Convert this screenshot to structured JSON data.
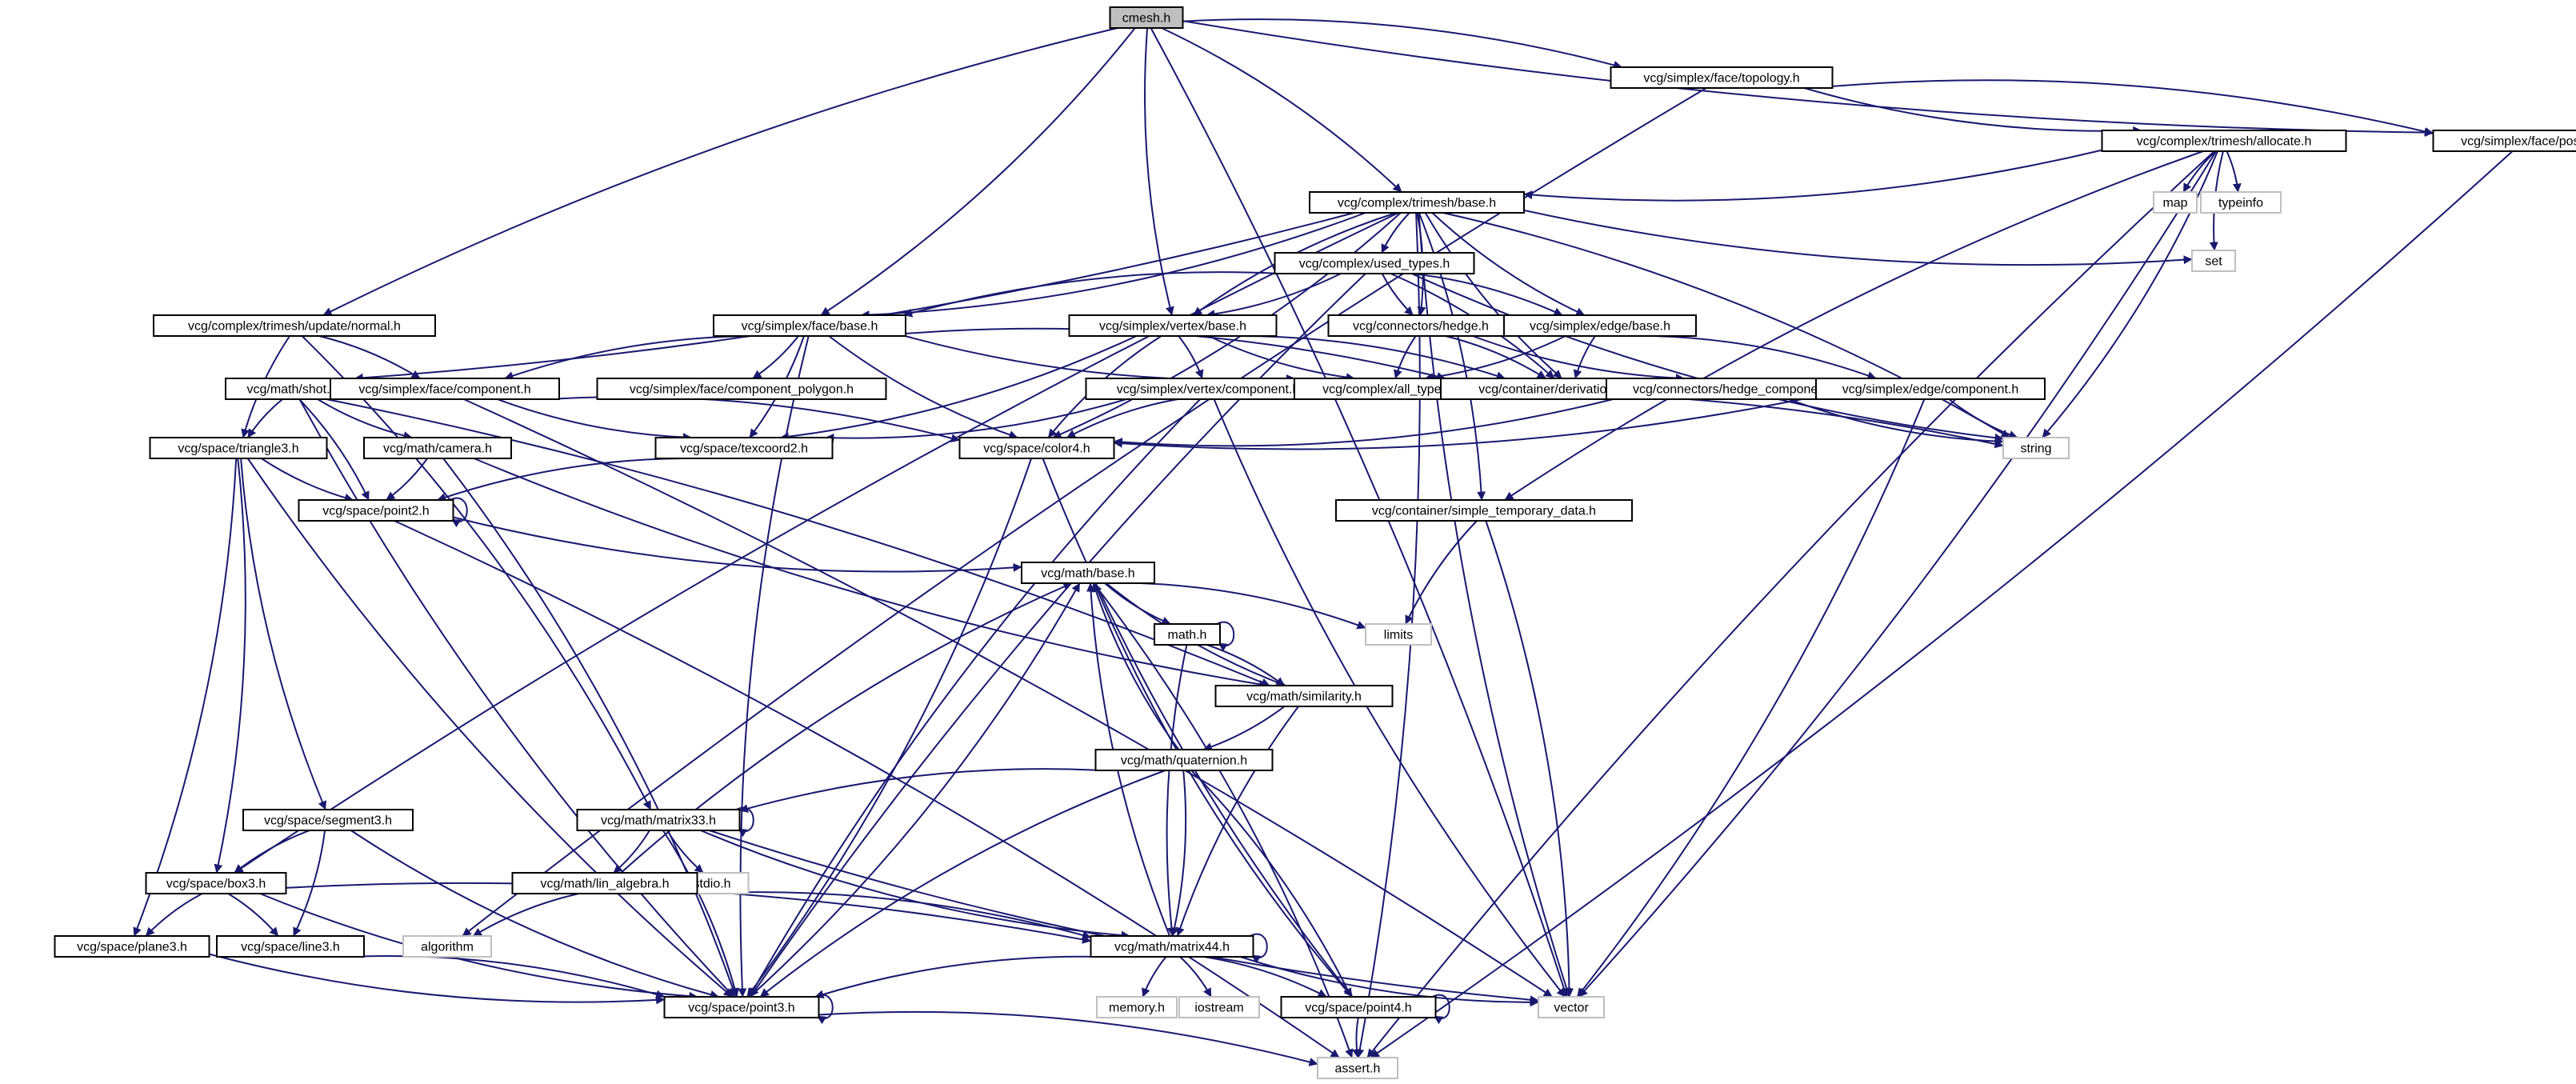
{
  "colors": {
    "edge": "#191970",
    "node_border": "#000000",
    "external_border": "#bfbfbf",
    "root_fill": "#bfbfbf",
    "node_fill": "#ffffff",
    "text": "#000000"
  },
  "diagram": {
    "type": "include-dependency-graph",
    "nodes": [
      {
        "id": "cmesh",
        "label": "cmesh.h",
        "kind": "root"
      },
      {
        "id": "topology",
        "label": "vcg/simplex/face/topology.h",
        "kind": "file"
      },
      {
        "id": "allocate",
        "label": "vcg/complex/trimesh/allocate.h",
        "kind": "file"
      },
      {
        "id": "pos",
        "label": "vcg/simplex/face/pos.h",
        "kind": "file"
      },
      {
        "id": "tribase",
        "label": "vcg/complex/trimesh/base.h",
        "kind": "file"
      },
      {
        "id": "map",
        "label": "map",
        "kind": "external"
      },
      {
        "id": "typeinfo",
        "label": "typeinfo",
        "kind": "external"
      },
      {
        "id": "set",
        "label": "set",
        "kind": "external"
      },
      {
        "id": "used_types",
        "label": "vcg/complex/used_types.h",
        "kind": "file"
      },
      {
        "id": "normal",
        "label": "vcg/complex/trimesh/update/normal.h",
        "kind": "file"
      },
      {
        "id": "facebase",
        "label": "vcg/simplex/face/base.h",
        "kind": "file"
      },
      {
        "id": "vertexbase",
        "label": "vcg/simplex/vertex/base.h",
        "kind": "file"
      },
      {
        "id": "hedge",
        "label": "vcg/connectors/hedge.h",
        "kind": "file"
      },
      {
        "id": "edgebase",
        "label": "vcg/simplex/edge/base.h",
        "kind": "file"
      },
      {
        "id": "shot",
        "label": "vcg/math/shot.h",
        "kind": "file"
      },
      {
        "id": "facecomp",
        "label": "vcg/simplex/face/component.h",
        "kind": "file"
      },
      {
        "id": "facecomppoly",
        "label": "vcg/simplex/face/component_polygon.h",
        "kind": "file"
      },
      {
        "id": "vertexcomp",
        "label": "vcg/simplex/vertex/component.h",
        "kind": "file"
      },
      {
        "id": "alltypes",
        "label": "vcg/complex/all_types.h",
        "kind": "file"
      },
      {
        "id": "derivation",
        "label": "vcg/container/derivation_chain.h",
        "kind": "file"
      },
      {
        "id": "hedgecomp",
        "label": "vcg/connectors/hedge_component.h",
        "kind": "file"
      },
      {
        "id": "edgecomp",
        "label": "vcg/simplex/edge/component.h",
        "kind": "file"
      },
      {
        "id": "string",
        "label": "string",
        "kind": "external"
      },
      {
        "id": "triangle3",
        "label": "vcg/space/triangle3.h",
        "kind": "file"
      },
      {
        "id": "camera",
        "label": "vcg/math/camera.h",
        "kind": "file"
      },
      {
        "id": "texcoord2",
        "label": "vcg/space/texcoord2.h",
        "kind": "file"
      },
      {
        "id": "color4",
        "label": "vcg/space/color4.h",
        "kind": "file"
      },
      {
        "id": "point2",
        "label": "vcg/space/point2.h",
        "kind": "file"
      },
      {
        "id": "simpletemp",
        "label": "vcg/container/simple_temporary_data.h",
        "kind": "file"
      },
      {
        "id": "mathbase",
        "label": "vcg/math/base.h",
        "kind": "file"
      },
      {
        "id": "limits",
        "label": "limits",
        "kind": "external"
      },
      {
        "id": "mathh",
        "label": "math.h",
        "kind": "file"
      },
      {
        "id": "similarity",
        "label": "vcg/math/similarity.h",
        "kind": "file"
      },
      {
        "id": "quaternion",
        "label": "vcg/math/quaternion.h",
        "kind": "file"
      },
      {
        "id": "segment3",
        "label": "vcg/space/segment3.h",
        "kind": "file"
      },
      {
        "id": "matrix33",
        "label": "vcg/math/matrix33.h",
        "kind": "file"
      },
      {
        "id": "stdio",
        "label": "stdio.h",
        "kind": "external"
      },
      {
        "id": "linalg",
        "label": "vcg/math/lin_algebra.h",
        "kind": "file"
      },
      {
        "id": "box3",
        "label": "vcg/space/box3.h",
        "kind": "file"
      },
      {
        "id": "algorithm",
        "label": "algorithm",
        "kind": "external"
      },
      {
        "id": "plane3",
        "label": "vcg/space/plane3.h",
        "kind": "file"
      },
      {
        "id": "line3",
        "label": "vcg/space/line3.h",
        "kind": "file"
      },
      {
        "id": "matrix44",
        "label": "vcg/math/matrix44.h",
        "kind": "file"
      },
      {
        "id": "point3",
        "label": "vcg/space/point3.h",
        "kind": "file"
      },
      {
        "id": "memory",
        "label": "memory.h",
        "kind": "external"
      },
      {
        "id": "iostream",
        "label": "iostream",
        "kind": "external"
      },
      {
        "id": "point4",
        "label": "vcg/space/point4.h",
        "kind": "file"
      },
      {
        "id": "vector",
        "label": "vector",
        "kind": "external"
      },
      {
        "id": "assert",
        "label": "assert.h",
        "kind": "external"
      }
    ],
    "edges": [
      [
        "cmesh",
        "topology"
      ],
      [
        "cmesh",
        "pos"
      ],
      [
        "cmesh",
        "tribase"
      ],
      [
        "cmesh",
        "normal"
      ],
      [
        "cmesh",
        "facebase"
      ],
      [
        "cmesh",
        "vertexbase"
      ],
      [
        "cmesh",
        "vector"
      ],
      [
        "topology",
        "allocate"
      ],
      [
        "topology",
        "pos"
      ],
      [
        "topology",
        "algorithm"
      ],
      [
        "allocate",
        "tribase"
      ],
      [
        "allocate",
        "map"
      ],
      [
        "allocate",
        "typeinfo"
      ],
      [
        "allocate",
        "set"
      ],
      [
        "allocate",
        "string"
      ],
      [
        "allocate",
        "simpletemp"
      ],
      [
        "allocate",
        "vector"
      ],
      [
        "allocate",
        "assert"
      ],
      [
        "pos",
        "assert"
      ],
      [
        "tribase",
        "used_types"
      ],
      [
        "tribase",
        "facebase"
      ],
      [
        "tribase",
        "vertexbase"
      ],
      [
        "tribase",
        "hedge"
      ],
      [
        "tribase",
        "edgebase"
      ],
      [
        "tribase",
        "shot"
      ],
      [
        "tribase",
        "box3"
      ],
      [
        "tribase",
        "color4"
      ],
      [
        "tribase",
        "derivation"
      ],
      [
        "tribase",
        "simpletemp"
      ],
      [
        "tribase",
        "set"
      ],
      [
        "tribase",
        "string"
      ],
      [
        "tribase",
        "vector"
      ],
      [
        "tribase",
        "assert"
      ],
      [
        "used_types",
        "facebase"
      ],
      [
        "used_types",
        "vertexbase"
      ],
      [
        "used_types",
        "hedge"
      ],
      [
        "used_types",
        "edgebase"
      ],
      [
        "used_types",
        "point3"
      ],
      [
        "used_types",
        "derivation"
      ],
      [
        "used_types",
        "string"
      ],
      [
        "normal",
        "facecomp"
      ],
      [
        "normal",
        "triangle3"
      ],
      [
        "normal",
        "matrix33"
      ],
      [
        "facebase",
        "facecomp"
      ],
      [
        "facebase",
        "facecomppoly"
      ],
      [
        "facebase",
        "alltypes"
      ],
      [
        "facebase",
        "derivation"
      ],
      [
        "facebase",
        "color4"
      ],
      [
        "facebase",
        "texcoord2"
      ],
      [
        "facebase",
        "point3"
      ],
      [
        "vertexbase",
        "vertexcomp"
      ],
      [
        "vertexbase",
        "alltypes"
      ],
      [
        "vertexbase",
        "derivation"
      ],
      [
        "vertexbase",
        "color4"
      ],
      [
        "vertexbase",
        "texcoord2"
      ],
      [
        "hedge",
        "alltypes"
      ],
      [
        "hedge",
        "derivation"
      ],
      [
        "hedge",
        "hedgecomp"
      ],
      [
        "edgebase",
        "alltypes"
      ],
      [
        "edgebase",
        "derivation"
      ],
      [
        "edgebase",
        "edgecomp"
      ],
      [
        "shot",
        "camera"
      ],
      [
        "shot",
        "point2"
      ],
      [
        "shot",
        "triangle3"
      ],
      [
        "shot",
        "similarity"
      ],
      [
        "shot",
        "point3"
      ],
      [
        "facecomp",
        "color4"
      ],
      [
        "facecomp",
        "texcoord2"
      ],
      [
        "facecomp",
        "vector"
      ],
      [
        "vertexcomp",
        "color4"
      ],
      [
        "vertexcomp",
        "texcoord2"
      ],
      [
        "vertexcomp",
        "point3"
      ],
      [
        "vertexcomp",
        "string"
      ],
      [
        "vertexcomp",
        "vector"
      ],
      [
        "hedgecomp",
        "color4"
      ],
      [
        "hedgecomp",
        "string"
      ],
      [
        "edgecomp",
        "color4"
      ],
      [
        "edgecomp",
        "string"
      ],
      [
        "edgecomp",
        "vector"
      ],
      [
        "triangle3",
        "point2"
      ],
      [
        "triangle3",
        "box3"
      ],
      [
        "triangle3",
        "segment3"
      ],
      [
        "triangle3",
        "plane3"
      ],
      [
        "triangle3",
        "point3"
      ],
      [
        "camera",
        "point2"
      ],
      [
        "camera",
        "similarity"
      ],
      [
        "camera",
        "point3"
      ],
      [
        "texcoord2",
        "point2"
      ],
      [
        "color4",
        "point3"
      ],
      [
        "color4",
        "point4"
      ],
      [
        "point2",
        "point2"
      ],
      [
        "point2",
        "mathbase"
      ],
      [
        "point2",
        "assert"
      ],
      [
        "simpletemp",
        "limits"
      ],
      [
        "simpletemp",
        "vector"
      ],
      [
        "mathbase",
        "mathh"
      ],
      [
        "mathbase",
        "limits"
      ],
      [
        "mathbase",
        "similarity"
      ],
      [
        "mathbase",
        "assert"
      ],
      [
        "mathh",
        "mathh"
      ],
      [
        "mathh",
        "similarity"
      ],
      [
        "mathh",
        "matrix44"
      ],
      [
        "similarity",
        "quaternion"
      ],
      [
        "similarity",
        "matrix44"
      ],
      [
        "quaternion",
        "mathbase"
      ],
      [
        "quaternion",
        "matrix33"
      ],
      [
        "quaternion",
        "matrix44"
      ],
      [
        "quaternion",
        "point3"
      ],
      [
        "quaternion",
        "point4"
      ],
      [
        "segment3",
        "box3"
      ],
      [
        "segment3",
        "line3"
      ],
      [
        "segment3",
        "point3"
      ],
      [
        "matrix33",
        "matrix33"
      ],
      [
        "matrix33",
        "stdio"
      ],
      [
        "matrix33",
        "linalg"
      ],
      [
        "matrix33",
        "matrix44"
      ],
      [
        "matrix33",
        "point3"
      ],
      [
        "matrix33",
        "vector"
      ],
      [
        "linalg",
        "mathbase"
      ],
      [
        "linalg",
        "algorithm"
      ],
      [
        "linalg",
        "matrix44"
      ],
      [
        "box3",
        "plane3"
      ],
      [
        "box3",
        "line3"
      ],
      [
        "box3",
        "point3"
      ],
      [
        "box3",
        "matrix44"
      ],
      [
        "plane3",
        "point3"
      ],
      [
        "line3",
        "point3"
      ],
      [
        "matrix44",
        "matrix44"
      ],
      [
        "matrix44",
        "mathbase"
      ],
      [
        "matrix44",
        "point3"
      ],
      [
        "matrix44",
        "point4"
      ],
      [
        "matrix44",
        "memory"
      ],
      [
        "matrix44",
        "iostream"
      ],
      [
        "matrix44",
        "vector"
      ],
      [
        "point3",
        "point3"
      ],
      [
        "point3",
        "mathbase"
      ],
      [
        "point3",
        "assert"
      ],
      [
        "point4",
        "point4"
      ],
      [
        "point4",
        "mathbase"
      ],
      [
        "point4",
        "assert"
      ]
    ]
  }
}
